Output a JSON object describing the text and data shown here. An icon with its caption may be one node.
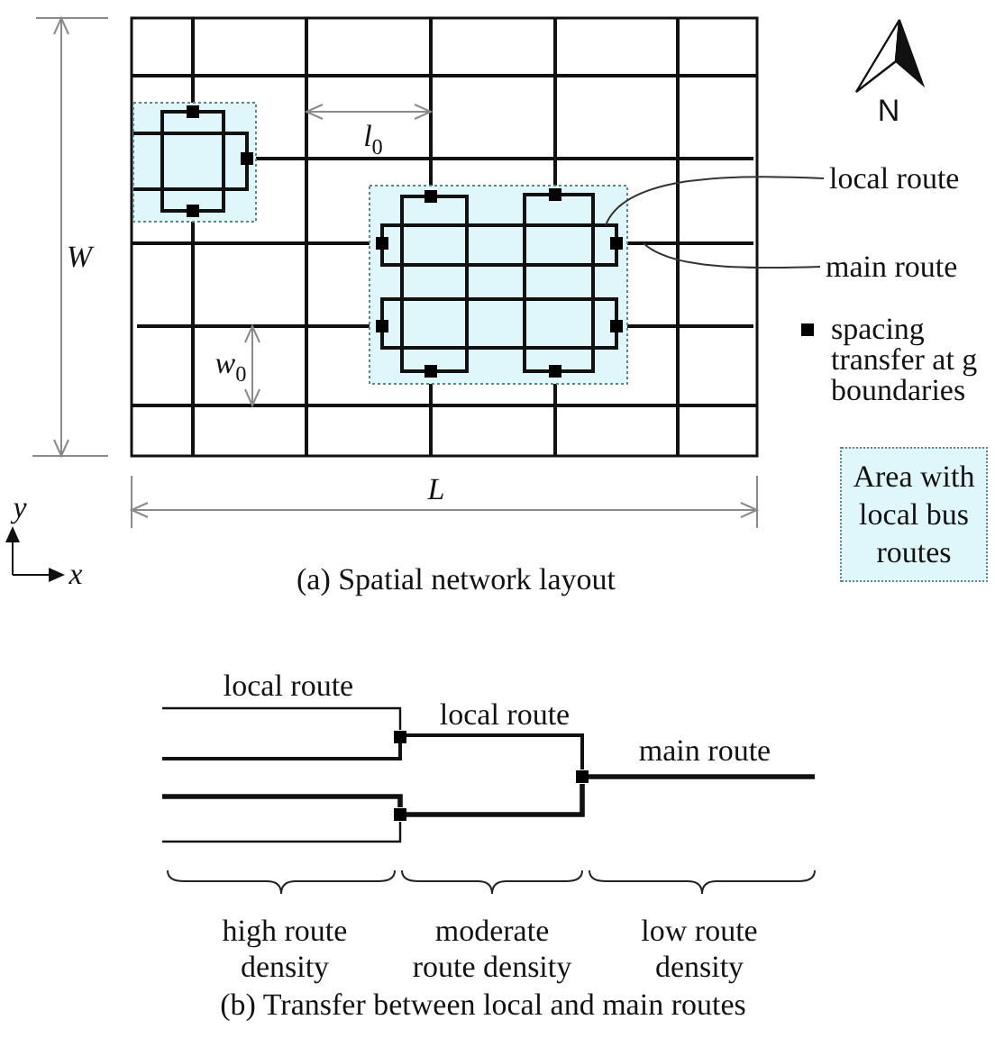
{
  "diagram": {
    "nodes": [
      {
        "text": [
          "local route"
        ]
      },
      {
        "text": [
          "main route"
        ]
      }
    ],
    "edges": [
      {
        "from": 0,
        "to": null,
        "arrow": "none"
      },
      {
        "from": 1,
        "to": null,
        "arrow": "none"
      }
    ],
    "labels": [
      "N",
      "*l*$_{0}$",
      "W",
      "*w*$_{0}$",
      "L",
      "y",
      "x",
      "(a) Spatial network layout",
      "local route",
      "local route",
      "main route",
      "high route density",
      "moderate route density",
      "low route density",
      "(b) Transfer between local and main routes"
    ],
    "legend": [
      {
        "text": "spacing transfer at g boundaries"
      },
      {
        "text": "Area with local bus routes",
        "color": "#dff6fa"
      }
    ]
  }
}
